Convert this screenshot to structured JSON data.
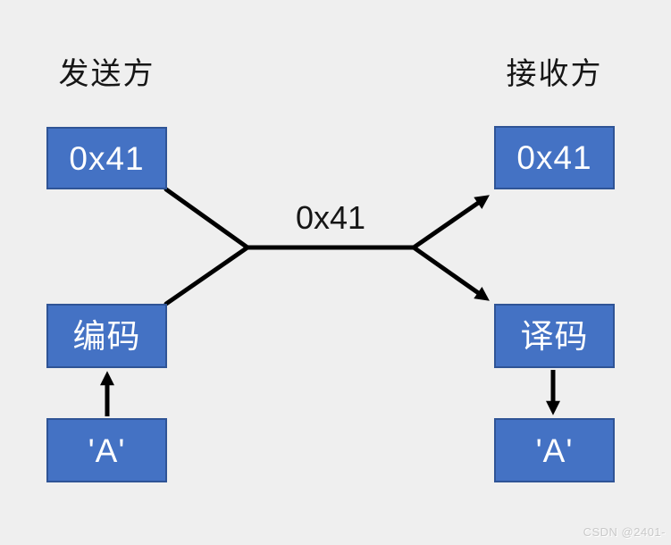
{
  "diagram": {
    "sender": {
      "title": "发送方",
      "hex_box": "0x41",
      "encode_box": "编码",
      "char_box": "'A'"
    },
    "receiver": {
      "title": "接收方",
      "hex_box": "0x41",
      "decode_box": "译码",
      "char_box": "'A'"
    },
    "channel_label": "0x41",
    "colors": {
      "box_fill": "#4472C4",
      "box_border": "#2F5496",
      "line": "#000000",
      "background": "#EFEFEF",
      "box_text": "#FFFFFF"
    }
  },
  "watermark": "CSDN @2401-"
}
